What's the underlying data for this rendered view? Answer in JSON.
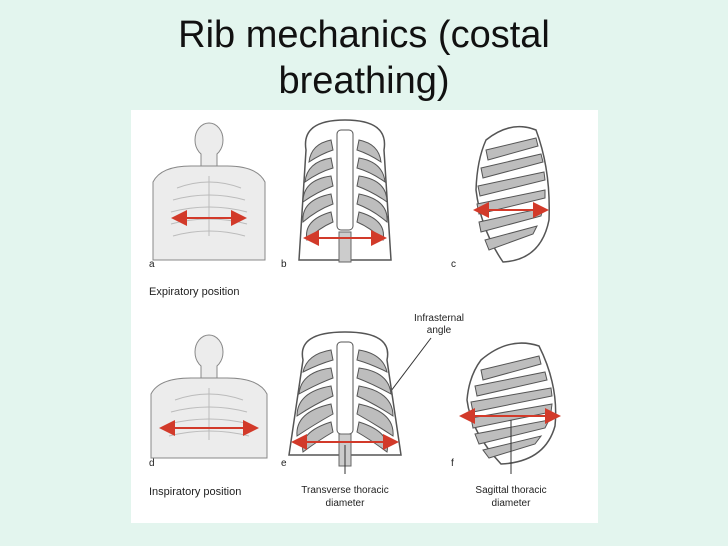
{
  "title": {
    "line1": "Rib mechanics (costal",
    "line2": "breathing)"
  },
  "figure": {
    "panel_letters": [
      "a",
      "b",
      "c",
      "d",
      "e",
      "f"
    ],
    "row_labels": {
      "expiratory": "Expiratory position",
      "inspiratory": "Inspiratory position"
    },
    "annotations": {
      "infrasternal_line1": "Infrasternal",
      "infrasternal_line2": "angle",
      "transverse_line1": "Transverse thoracic",
      "transverse_line2": "diameter",
      "sagittal_line1": "Sagittal thoracic",
      "sagittal_line2": "diameter"
    },
    "colors": {
      "rib_fill": "#bdbdbd",
      "outline": "#555555",
      "arrow": "#d23a2a",
      "skin": "#e9e9e9"
    }
  }
}
